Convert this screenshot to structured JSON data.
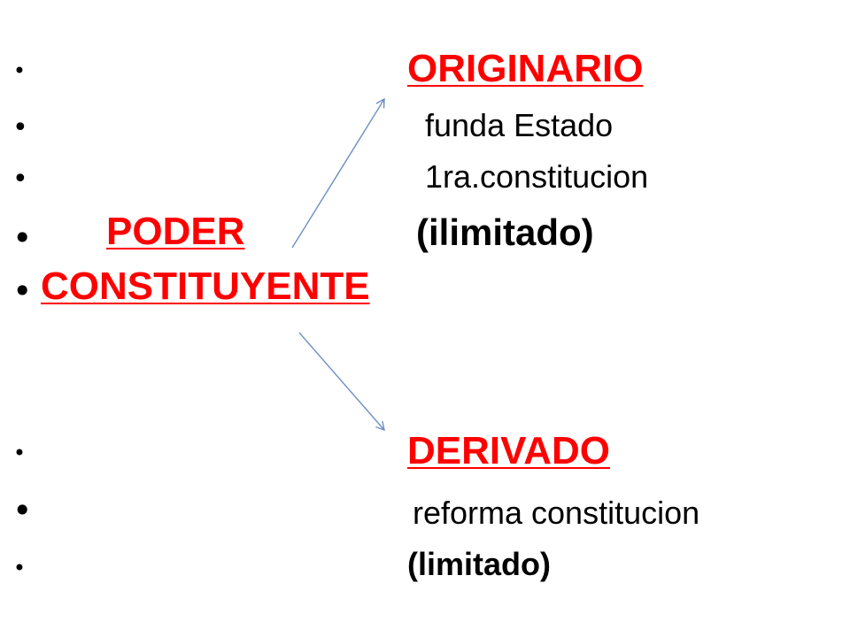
{
  "slide": {
    "lines": [
      {
        "text": "ORIGINARIO"
      },
      {
        "text": "funda Estado"
      },
      {
        "text": "1ra.constitucion"
      },
      {
        "left": "PODER",
        "right": "(ilimitado)"
      },
      {
        "text": "CONSTITUYENTE"
      },
      {
        "text": "DERIVADO"
      },
      {
        "text": "reforma constitucion"
      },
      {
        "text": "(limitado)"
      }
    ]
  },
  "colors": {
    "accent": "#ff0000",
    "text": "#000000",
    "arrow": "#6d8fc4"
  }
}
